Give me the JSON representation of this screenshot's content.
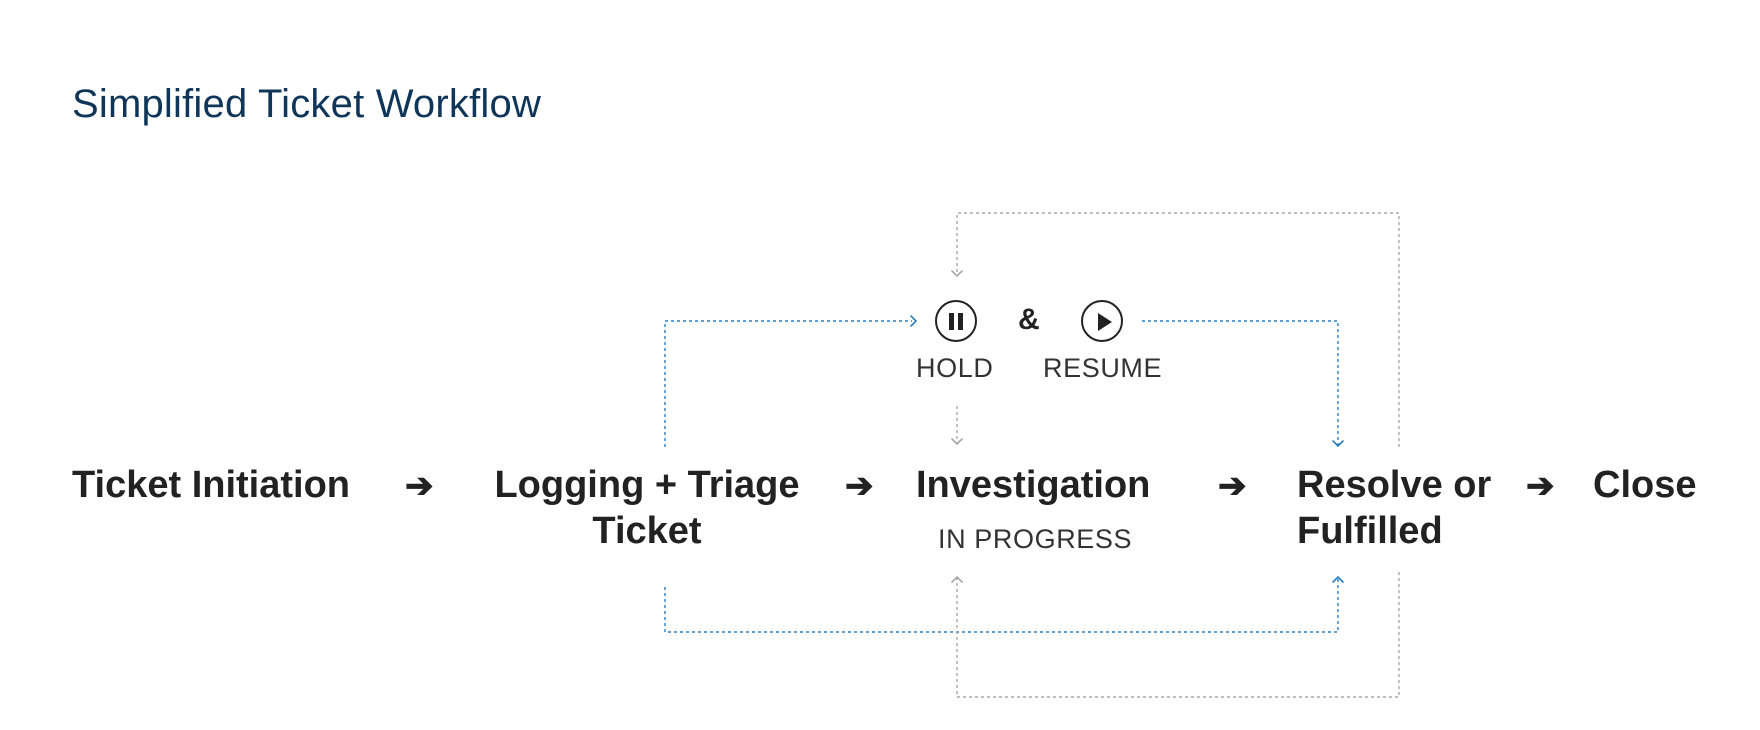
{
  "title": "Simplified Ticket Workflow",
  "stages": {
    "initiation": "Ticket Initiation",
    "logging_line1": "Logging + Triage",
    "logging_line2": "Ticket",
    "investigation": "Investigation",
    "investigation_status": "IN PROGRESS",
    "resolve_line1": "Resolve or",
    "resolve_line2": "Fulfilled",
    "close": "Close"
  },
  "arrow_glyph": "➔",
  "hold_resume": {
    "hold_label": "HOLD",
    "ampersand": "&",
    "resume_label": "RESUME",
    "hold_icon": "pause-icon",
    "resume_icon": "play-icon"
  },
  "colors": {
    "title": "#0f3559",
    "text": "#222222",
    "blue_connector": "#2a7fc0",
    "gray_connector": "#a8a8a8"
  }
}
